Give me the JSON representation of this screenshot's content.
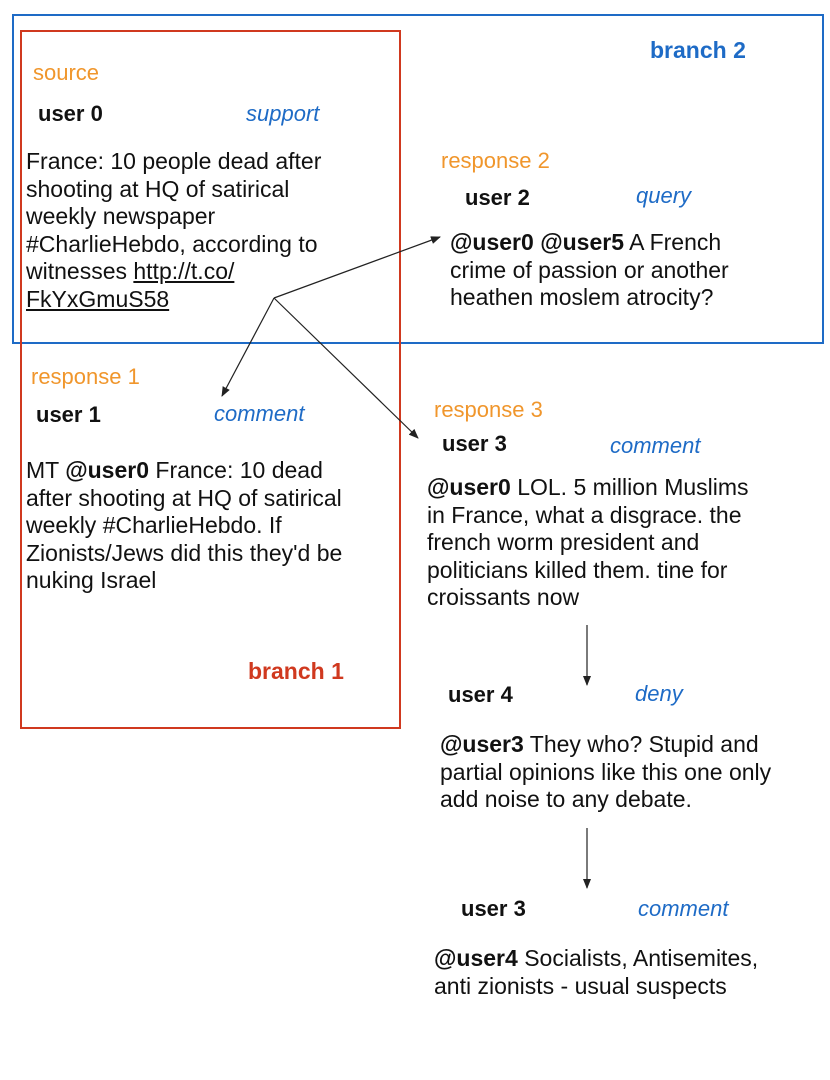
{
  "branches": {
    "branch1_label": "branch 1",
    "branch2_label": "branch 2"
  },
  "colors": {
    "branch1": "#d0391f",
    "branch2": "#1e6bc6",
    "section_label": "#f0962c",
    "stance": "#1e6bc6",
    "text": "#111111"
  },
  "source": {
    "section": "source",
    "user": "user 0",
    "stance": "support",
    "lines": [
      "France: 10 people dead after",
      "shooting at HQ of satirical",
      "weekly newspaper",
      "#CharlieHebdo, according to"
    ],
    "line5_text": "witnesses ",
    "link_part1": "http://t.co/",
    "link_part2": "FkYxGmuS58"
  },
  "response1": {
    "section": "response 1",
    "user": "user 1",
    "stance": "comment",
    "prefix": "MT ",
    "mention": "@user0",
    "line1_rest": " France: 10 dead",
    "lines": [
      "after shooting at HQ of satirical",
      "weekly #CharlieHebdo. If",
      "Zionists/Jews did this they'd be",
      "nuking Israel"
    ]
  },
  "response2": {
    "section": "response 2",
    "user": "user 2",
    "stance": "query",
    "mentions": "@user0 @user5",
    "line1_rest": " A French",
    "lines": [
      "crime of passion or another",
      "heathen moslem atrocity?"
    ]
  },
  "response3": {
    "section": "response 3",
    "user": "user 3",
    "stance": "comment",
    "mention": "@user0",
    "line1_rest": " LOL. 5 million Muslims",
    "lines": [
      "in France, what a disgrace. the",
      "french worm president and",
      "politicians killed them. tine for",
      "croissants now"
    ]
  },
  "reply4": {
    "user": "user 4",
    "stance": "deny",
    "mention": "@user3",
    "line1_rest": " They who? Stupid and",
    "lines": [
      "partial opinions like this one only",
      "add noise to any debate."
    ]
  },
  "reply5": {
    "user": "user 3",
    "stance": "comment",
    "mention": "@user4",
    "line1_rest": " Socialists, Antisemites,",
    "lines": [
      "anti zionists - usual suspects"
    ]
  }
}
